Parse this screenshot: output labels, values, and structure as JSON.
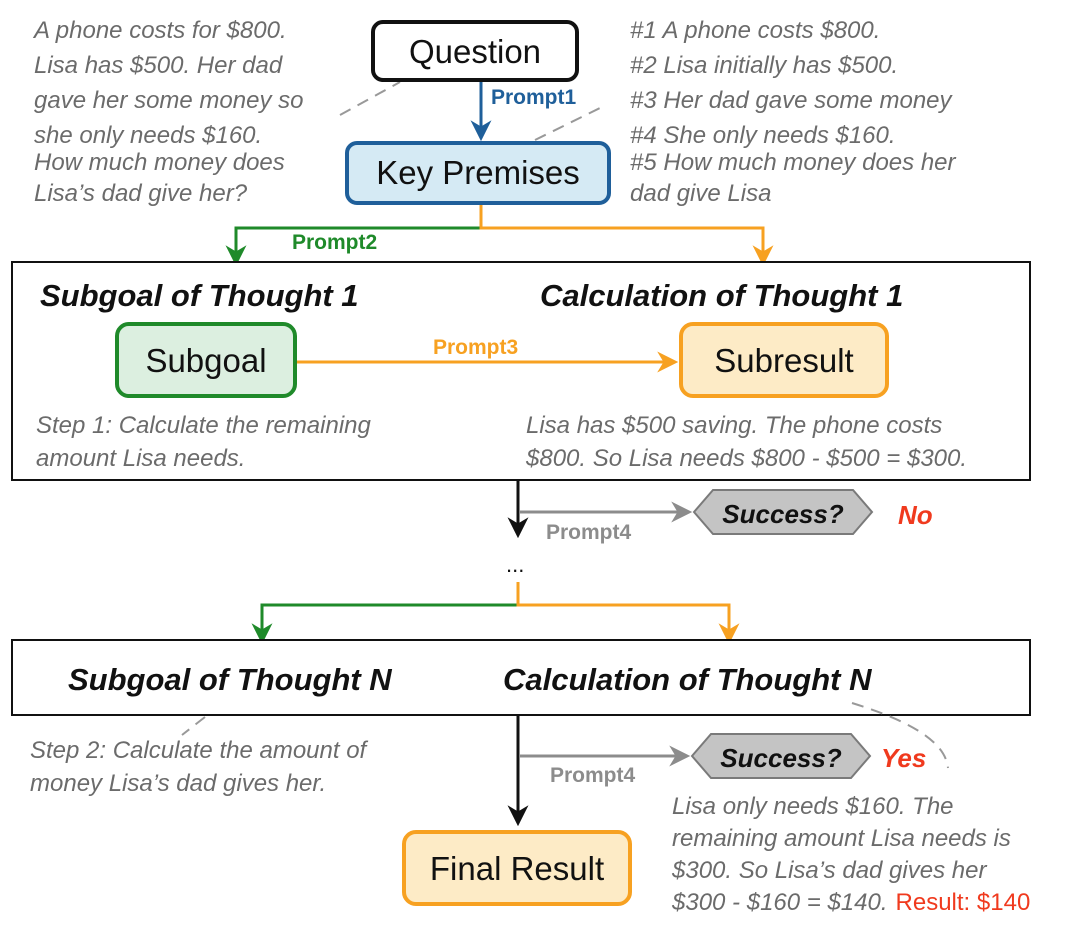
{
  "colors": {
    "blue": "#1f5f9a",
    "blue_fill": "#d5eaf4",
    "green": "#1f8a2a",
    "green_fill": "#dcefe0",
    "orange": "#f7a121",
    "orange_fill": "#fdebc6",
    "gray": "#8c8c8c",
    "gray_fill": "#c4c4c4",
    "red": "#f03a1e",
    "text_gray": "#6b6b6b"
  },
  "question_text": [
    "A phone costs for $800.",
    "Lisa has $500. Her dad",
    "gave her some money so",
    "she only needs $160.",
    "How much money does",
    "Lisa’s dad give her?"
  ],
  "premises_text": [
    "#1 A phone costs $800.",
    "#2 Lisa initially has $500.",
    "#3 Her dad gave some money",
    "#4 She only needs $160.",
    "#5 How much money does her",
    "dad give Lisa"
  ],
  "nodes": {
    "question": "Question",
    "key_premises": "Key Premises",
    "subgoal": "Subgoal",
    "subresult": "Subresult",
    "final_result": "Final Result",
    "success_1": "Success?",
    "success_2": "Success?"
  },
  "prompts": {
    "prompt1": "Prompt1",
    "prompt2": "Prompt2",
    "prompt3": "Prompt3",
    "prompt4_a": "Prompt4",
    "prompt4_b": "Prompt4"
  },
  "thought1": {
    "subgoal_heading": "Subgoal of Thought 1",
    "calc_heading": "Calculation of Thought 1",
    "step_text": [
      "Step 1: Calculate the remaining",
      "amount Lisa needs."
    ],
    "calc_text": [
      "Lisa has $500 saving. The phone costs",
      "$800. So Lisa needs $800 - $500 = $300."
    ]
  },
  "ellipsis": "...",
  "answers": {
    "no": "No",
    "yes": "Yes"
  },
  "thoughtN": {
    "subgoal_heading": "Subgoal of Thought N",
    "calc_heading": "Calculation of Thought N",
    "step_text": [
      "Step 2: Calculate the amount of",
      "money Lisa’s dad gives her."
    ],
    "calc_text": [
      "Lisa only needs $160. The",
      "remaining amount Lisa needs is",
      "$300. So Lisa’s dad gives her",
      "$300 - $160 = $140."
    ],
    "result_label": "Result: $140"
  }
}
